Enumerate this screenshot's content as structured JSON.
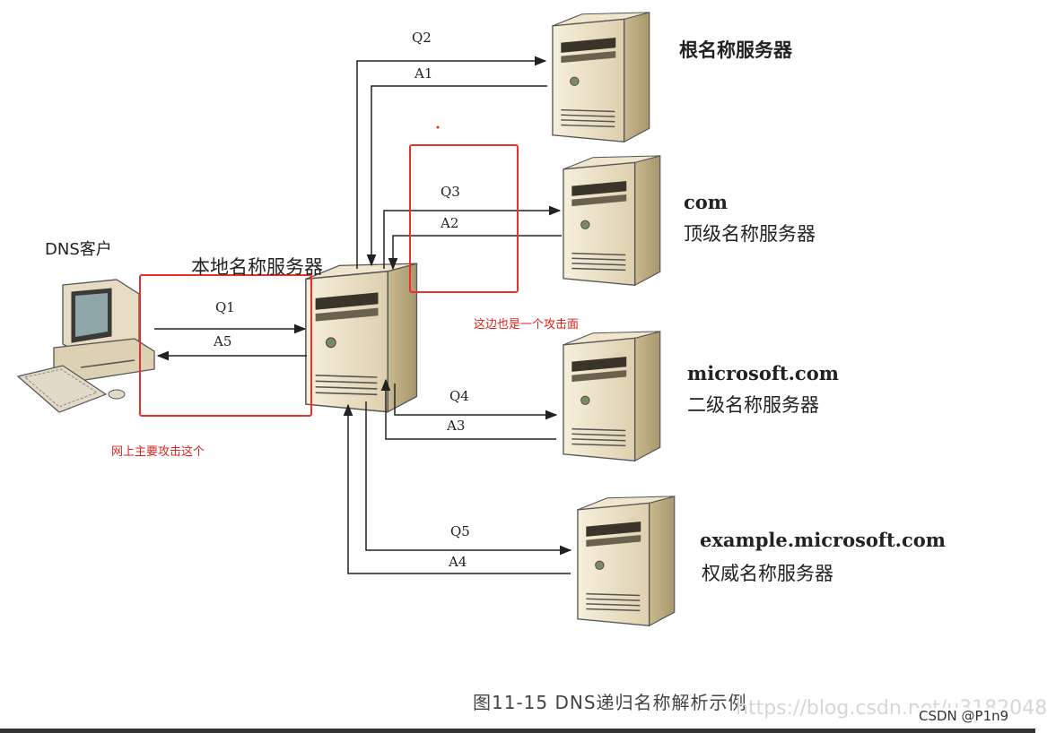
{
  "client": {
    "label": "DNS客户"
  },
  "local_server": {
    "label": "本地名称服务器"
  },
  "servers": [
    {
      "line1": "",
      "line2": "根名称服务器"
    },
    {
      "line1": "com",
      "line2": "顶级名称服务器"
    },
    {
      "line1": "microsoft.com",
      "line2": "二级名称服务器"
    },
    {
      "line1": "example.microsoft.com",
      "line2": "权威名称服务器"
    }
  ],
  "arrows": {
    "q1": "Q1",
    "a5": "A5",
    "q2": "Q2",
    "a1": "A1",
    "q3": "Q3",
    "a2": "A2",
    "q4": "Q4",
    "a3": "A3",
    "q5": "Q5",
    "a4": "A4"
  },
  "annotations": {
    "left_note": "网上主要攻击这个",
    "right_note": "这边也是一个攻击面"
  },
  "caption": "图11-15 DNS递归名称解析示例",
  "watermark": "https://blog.csdn.net/u3182048",
  "credit": "CSDN @P1n9",
  "colors": {
    "highlight": "#e8312a",
    "line": "#222222",
    "server_body": "#e9dfc3"
  }
}
